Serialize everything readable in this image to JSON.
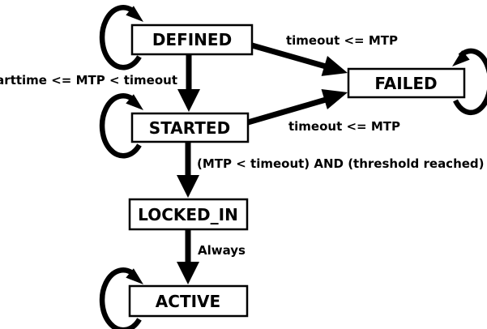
{
  "diagram": {
    "type": "state-machine",
    "background_color": "#ffffff",
    "stroke_color": "#000000",
    "text_color": "#000000",
    "states": [
      {
        "label": "DEFINED",
        "self_loop": true
      },
      {
        "label": "STARTED",
        "self_loop": true
      },
      {
        "label": "FAILED",
        "self_loop": true
      },
      {
        "label": "LOCKED_IN",
        "self_loop": false
      },
      {
        "label": "ACTIVE",
        "self_loop": true
      }
    ],
    "transitions": [
      {
        "from": "DEFINED",
        "to": "STARTED",
        "label": "starttime <= MTP < timeout"
      },
      {
        "from": "DEFINED",
        "to": "FAILED",
        "label": "timeout <= MTP"
      },
      {
        "from": "STARTED",
        "to": "FAILED",
        "label": "timeout <= MTP"
      },
      {
        "from": "STARTED",
        "to": "LOCKED_IN",
        "label": "(MTP < timeout) AND (threshold reached)"
      },
      {
        "from": "LOCKED_IN",
        "to": "ACTIVE",
        "label": "Always"
      },
      {
        "from": "DEFINED",
        "to": "DEFINED",
        "label": ""
      },
      {
        "from": "STARTED",
        "to": "STARTED",
        "label": ""
      },
      {
        "from": "FAILED",
        "to": "FAILED",
        "label": ""
      },
      {
        "from": "ACTIVE",
        "to": "ACTIVE",
        "label": ""
      }
    ]
  }
}
